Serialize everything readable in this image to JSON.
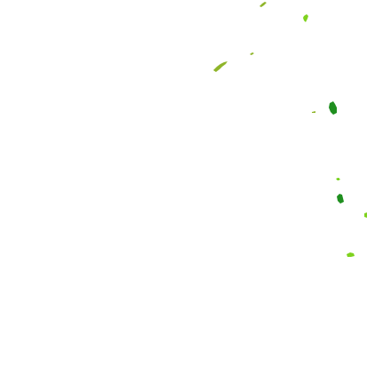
{
  "map": {
    "background_color": "#ffffff",
    "palette": {
      "light_green": "#7fd21e",
      "medium_green": "#4fb81a",
      "olive_green": "#8fb52a",
      "dark_green": "#1f8f1f",
      "lime_green": "#66cc00"
    },
    "features": [
      {
        "id": "patch-1",
        "color_key": "olive_green"
      },
      {
        "id": "patch-2",
        "color_key": "light_green"
      },
      {
        "id": "patch-3",
        "color_key": "olive_green"
      },
      {
        "id": "patch-4",
        "color_key": "olive_green"
      },
      {
        "id": "patch-5",
        "color_key": "olive_green"
      },
      {
        "id": "patch-6",
        "color_key": "dark_green"
      },
      {
        "id": "patch-7",
        "color_key": "lime_green"
      },
      {
        "id": "patch-8",
        "color_key": "dark_green"
      },
      {
        "id": "patch-9",
        "color_key": "light_green"
      },
      {
        "id": "patch-10",
        "color_key": "light_green"
      }
    ]
  }
}
